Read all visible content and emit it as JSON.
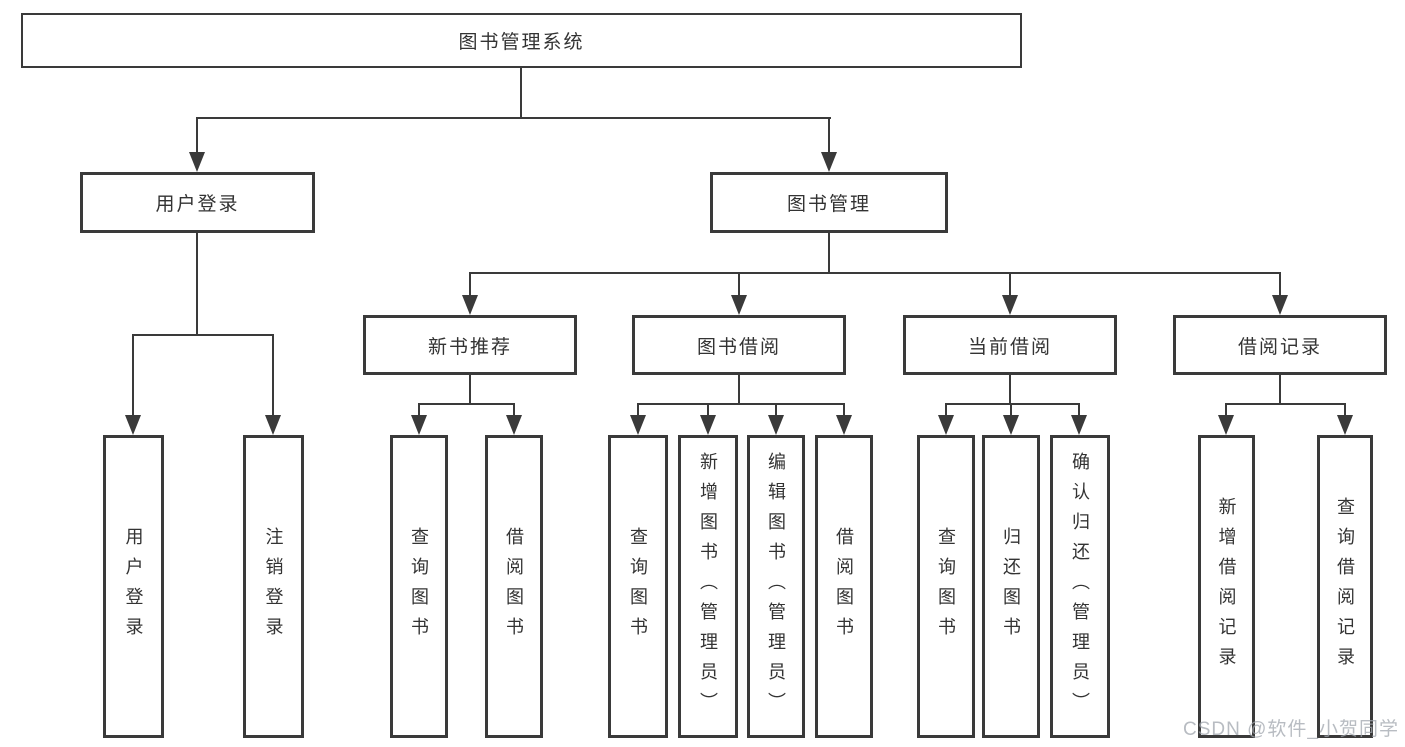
{
  "tree": {
    "label": "图书管理系统",
    "children": [
      {
        "label": "用户登录",
        "children": [
          {
            "label": "用户登录"
          },
          {
            "label": "注销登录"
          }
        ]
      },
      {
        "label": "图书管理",
        "children": [
          {
            "label": "新书推荐",
            "children": [
              {
                "label": "查询图书"
              },
              {
                "label": "借阅图书"
              }
            ]
          },
          {
            "label": "图书借阅",
            "children": [
              {
                "label": "查询图书"
              },
              {
                "label": "新增图书（管理员）"
              },
              {
                "label": "编辑图书（管理员）"
              },
              {
                "label": "借阅图书"
              }
            ]
          },
          {
            "label": "当前借阅",
            "children": [
              {
                "label": "查询图书"
              },
              {
                "label": "归还图书"
              },
              {
                "label": "确认归还（管理员）"
              }
            ]
          },
          {
            "label": "借阅记录",
            "children": [
              {
                "label": "新增借阅记录"
              },
              {
                "label": "查询借阅记录"
              }
            ]
          }
        ]
      }
    ]
  },
  "watermark": "CSDN @软件_小贺同学",
  "colors": {
    "line": "#3a3a3a",
    "box_border": "#3a3a3a",
    "text": "#333333",
    "background": "#ffffff",
    "watermark": "#a0a6ad"
  }
}
